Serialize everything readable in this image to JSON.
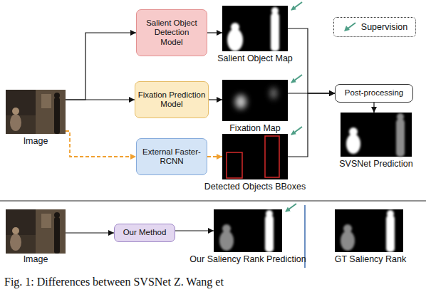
{
  "diagram": {
    "caption": "Fig. 1: Differences between SVSNet Z. Wang et",
    "nodes": [
      {
        "text": [
          "Image"
        ]
      },
      {
        "text": [
          "Salient Object Detection Model"
        ]
      },
      {
        "text": [
          "Salient Object Map"
        ]
      },
      {
        "text": [
          "Fixation Prediction Model"
        ]
      },
      {
        "text": [
          "Fixation Map"
        ]
      },
      {
        "text": [
          "External Faster-RCNN"
        ]
      },
      {
        "text": [
          "Detected Objects BBoxes"
        ]
      },
      {
        "text": [
          "Post-processing"
        ]
      },
      {
        "text": [
          "SVSNet Prediction"
        ]
      },
      {
        "text": [
          "Image"
        ]
      },
      {
        "text": [
          "Our Method"
        ]
      },
      {
        "text": [
          "Our Saliency Rank Prediction"
        ]
      },
      {
        "text": [
          "GT Saliency Rank"
        ]
      }
    ],
    "edges": [
      {
        "from": 0,
        "to": 1,
        "arrow": "to"
      },
      {
        "from": 0,
        "to": 3,
        "arrow": "to"
      },
      {
        "from": 0,
        "to": 5,
        "arrow": "to"
      },
      {
        "from": 1,
        "to": 2,
        "arrow": "to"
      },
      {
        "from": 3,
        "to": 4,
        "arrow": "to"
      },
      {
        "from": 5,
        "to": 6,
        "arrow": "to"
      },
      {
        "from": 2,
        "to": 7,
        "arrow": "to"
      },
      {
        "from": 4,
        "to": 7,
        "arrow": "to"
      },
      {
        "from": 6,
        "to": 7,
        "arrow": "to"
      },
      {
        "from": 7,
        "to": 8,
        "arrow": "to"
      },
      {
        "from": 9,
        "to": 10,
        "arrow": "to"
      },
      {
        "from": 10,
        "to": 11,
        "arrow": "to"
      }
    ],
    "legend": [
      {
        "text": "Supervision"
      }
    ]
  }
}
